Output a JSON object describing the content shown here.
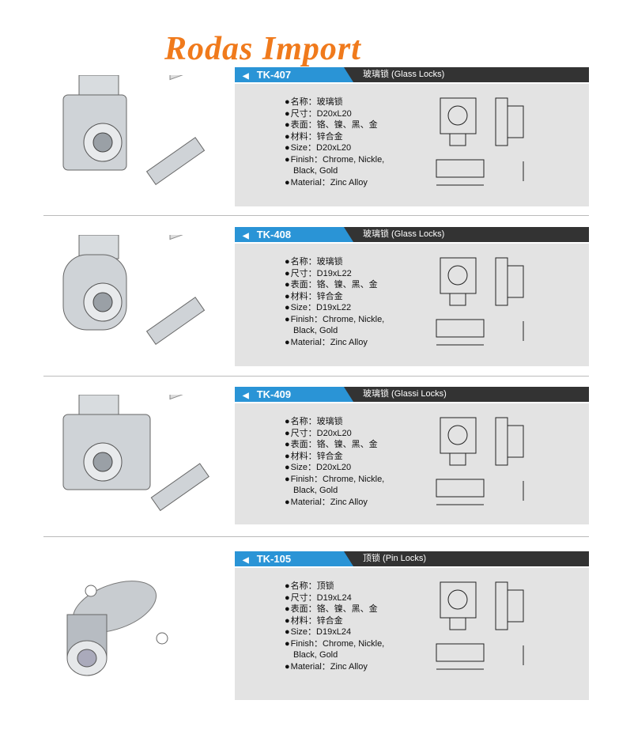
{
  "logo": "Rodas Import",
  "products": [
    {
      "code": "TK-407",
      "title": "玻璃锁 (Glass Locks)",
      "specs": [
        "名称：玻璃锁",
        "尺寸：D20xL20",
        "表面：铬、镍、黑、金",
        "材料：锌合金",
        "Size：D20xL20",
        "Finish：Chrome, Nickle,",
        "Black, Gold",
        "Material：Zinc Alloy"
      ]
    },
    {
      "code": "TK-408",
      "title": "玻璃锁 (Glass Locks)",
      "specs": [
        "名称：玻璃锁",
        "尺寸：D19xL22",
        "表面：铬、镍、黑、金",
        "材料：锌合金",
        "Size：D19xL22",
        "Finish：Chrome, Nickle,",
        "Black, Gold",
        "Material：Zinc Alloy"
      ]
    },
    {
      "code": "TK-409",
      "title": "玻璃锁 (Glassi Locks)",
      "specs": [
        "名称：玻璃锁",
        "尺寸：D20xL20",
        "表面：铬、镍、黑、金",
        "材料：锌合金",
        "Size：D20xL20",
        "Finish：Chrome, Nickle,",
        "Black, Gold",
        "Material：Zinc Alloy"
      ]
    },
    {
      "code": "TK-105",
      "title": "顶锁 (Pin Locks)",
      "specs": [
        "名称：顶锁",
        "尺寸：D19xL24",
        "表面：铬、镍、黑、金",
        "材料：锌合金",
        "Size：D19xL24",
        "Finish：Chrome, Nickle,",
        "Black, Gold",
        "Material：Zinc Alloy"
      ]
    }
  ]
}
